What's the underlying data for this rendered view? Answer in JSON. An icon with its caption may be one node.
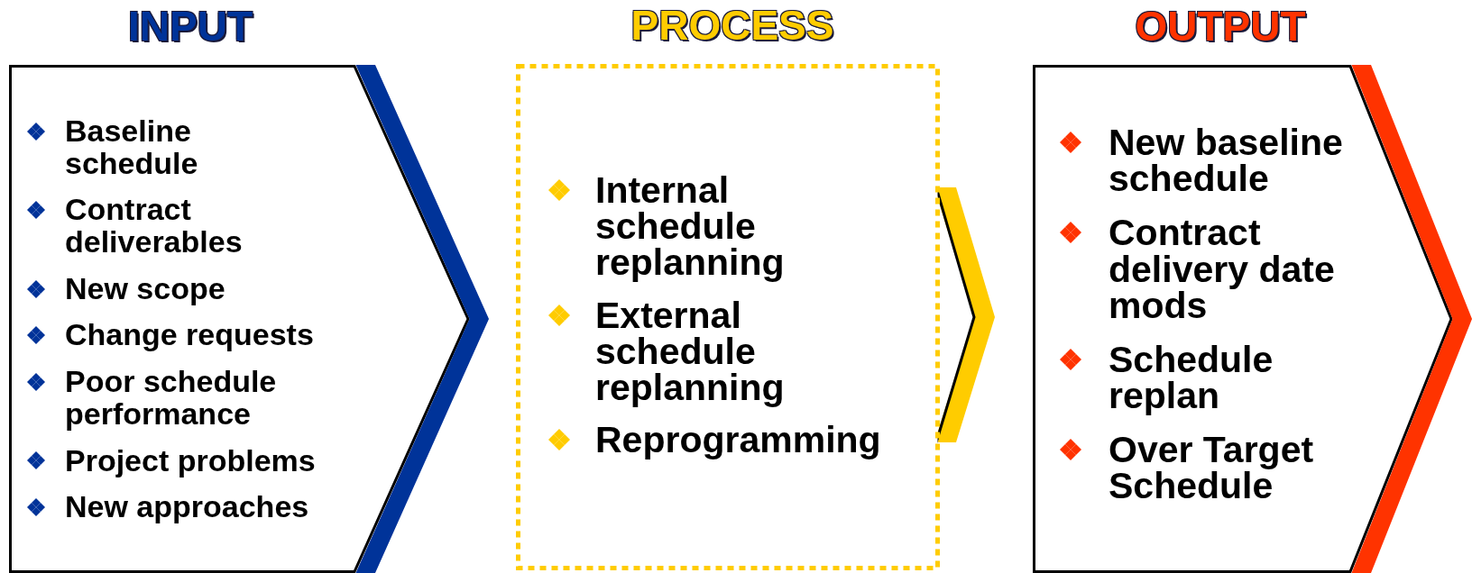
{
  "diagram": {
    "nodes": [
      {
        "text": [
          "INPUT",
          "Baseline schedule",
          "Contract deliverables",
          "New scope",
          "Change requests",
          "Poor schedule performance",
          "Project problems",
          "New approaches"
        ]
      },
      {
        "text": [
          "PROCESS",
          "Internal schedule replanning",
          "External schedule replanning",
          "Reprogramming"
        ]
      },
      {
        "text": [
          "OUTPUT",
          "New baseline schedule",
          "Contract delivery date mods",
          "Schedule replan",
          "Over Target Schedule"
        ]
      }
    ]
  }
}
